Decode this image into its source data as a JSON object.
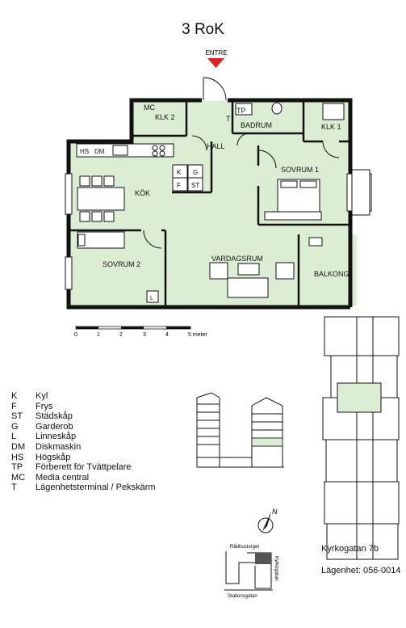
{
  "plan": {
    "title": "3 RoK",
    "entrance_label": "ENTRE",
    "colors": {
      "room_fill": "#dbeed3",
      "wall": "#111111",
      "entrance_marker": "#e02020"
    }
  },
  "rooms": {
    "mc": "MC",
    "klk2": "KLK 2",
    "tp": "TP",
    "badrum": "BADRUM",
    "t": "T",
    "klk1": "KLK 1",
    "hall": "HALL",
    "hs": "HS",
    "dm": "DM",
    "kok": "KÖK",
    "k": "K",
    "g": "G",
    "f": "F",
    "st": "ST",
    "sovrum1": "SOVRUM 1",
    "sovrum2": "SOVRUM 2",
    "vardagsrum": "VARDAGSRUM",
    "balkong": "BALKONG",
    "l": "L"
  },
  "scale": {
    "ticks": [
      "0",
      "1",
      "2",
      "3",
      "4",
      "5 meter"
    ]
  },
  "legend": [
    {
      "code": "K",
      "text": "Kyl"
    },
    {
      "code": "F",
      "text": "Frys"
    },
    {
      "code": "ST",
      "text": "Städskåp"
    },
    {
      "code": "G",
      "text": "Garderob"
    },
    {
      "code": "L",
      "text": "Linneskåp"
    },
    {
      "code": "DM",
      "text": "Diskmaskin"
    },
    {
      "code": "HS",
      "text": "Högskåp"
    },
    {
      "code": "TP",
      "text": "Förberett för Tvättpelare"
    },
    {
      "code": "MC",
      "text": "Media central"
    },
    {
      "code": "T",
      "text": "Lägenhetsterminal / Pekskärm"
    }
  ],
  "compass": {
    "north": "N"
  },
  "site_map": {
    "street_top": "Rådhustorget",
    "street_right": "Kyrkogatan",
    "street_bottom": "Stationsgatan"
  },
  "info": {
    "address": "Kyrkogatan 7b",
    "apartment": "Lägenhet: 056-0014"
  }
}
